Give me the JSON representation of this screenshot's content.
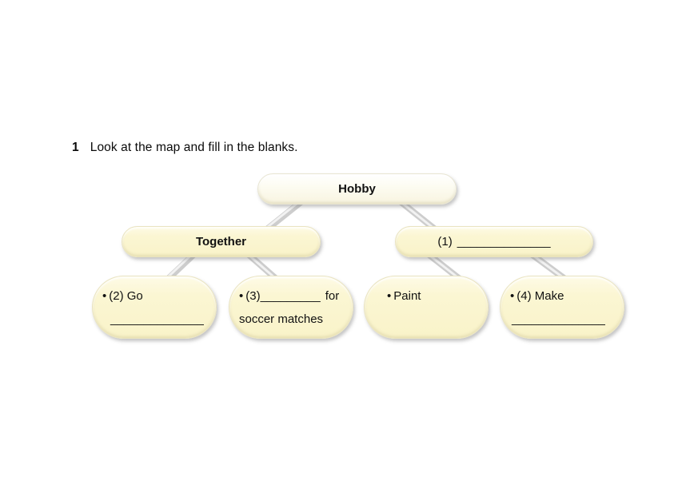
{
  "heading": {
    "number": "1",
    "text": "Look at the map and fill in the blanks."
  },
  "map": {
    "root_label": "Hobby",
    "branch_left_label": "Together",
    "branch_right": {
      "prefix": "(1)",
      "blank": "______________"
    },
    "leaves": [
      {
        "bullet": "•",
        "line1": "(2) Go",
        "line2_blank": "______________"
      },
      {
        "bullet": "•",
        "line1_prefix": "(3)",
        "line1_blank": "_________",
        "line1_suffix": "for",
        "line2": "soccer matches"
      },
      {
        "bullet": "•",
        "line1": "Paint"
      },
      {
        "bullet": "•",
        "line1": "(4) Make",
        "line2_blank": "______________"
      }
    ]
  },
  "colors": {
    "box_fill": "#fbf6d2",
    "root_fill": "#fdfcf2",
    "connector": "#cdcdcd",
    "text": "#111111",
    "page_background": "#ffffff"
  }
}
